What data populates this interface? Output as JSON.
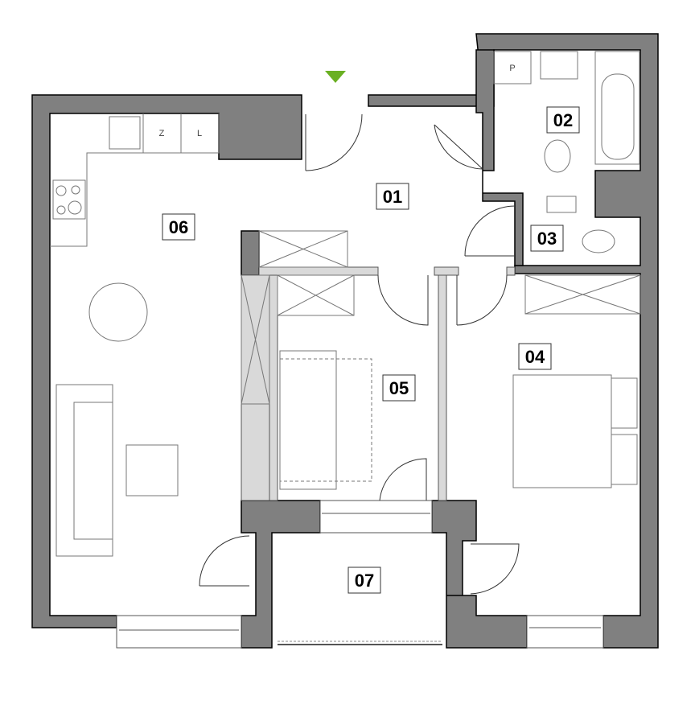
{
  "plan": {
    "entrance_color": "#6ab023",
    "wall_color": "#808080",
    "rooms": [
      {
        "id": "01"
      },
      {
        "id": "02"
      },
      {
        "id": "03"
      },
      {
        "id": "04"
      },
      {
        "id": "05"
      },
      {
        "id": "06"
      },
      {
        "id": "07"
      }
    ],
    "kitchen_labels": {
      "fridge": "Z",
      "dishwasher": "L"
    },
    "bathroom_labels": {
      "washer": "P"
    }
  }
}
